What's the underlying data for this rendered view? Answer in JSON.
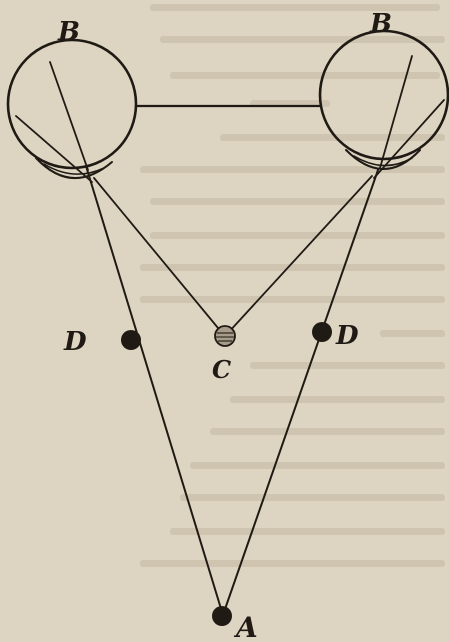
{
  "labels": {
    "eye_left": "B",
    "eye_right": "B",
    "object_left": "D",
    "object_right": "D",
    "object_center": "C",
    "fixation_point": "A"
  },
  "colors": {
    "paper": "#ddd4c1",
    "ink": "#1f1a14",
    "show_through_text": "#c9bfab",
    "center_object_fill": "#a79c89"
  }
}
